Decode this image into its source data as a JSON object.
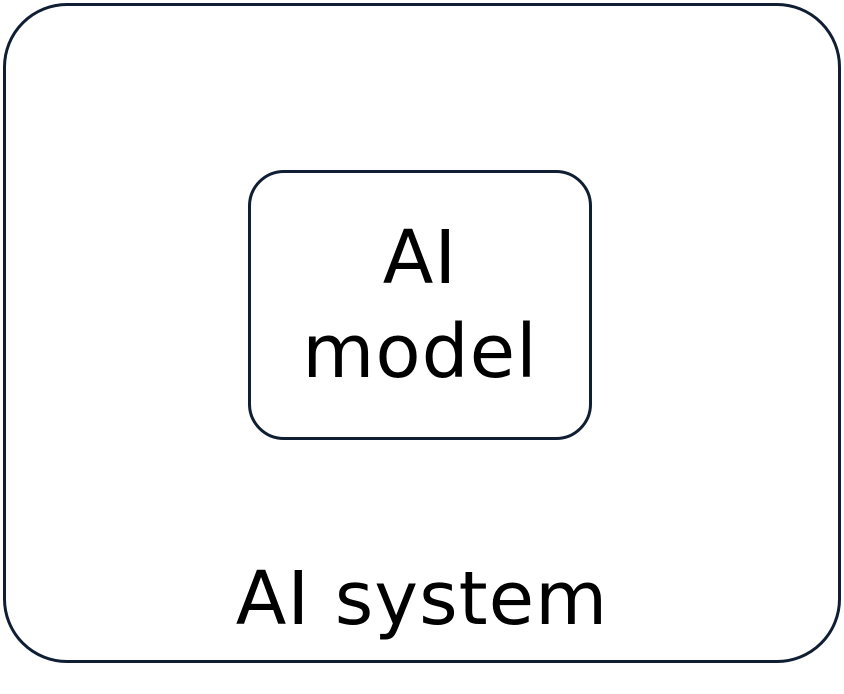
{
  "diagram": {
    "outer": {
      "label": "AI system"
    },
    "inner": {
      "line1": "AI",
      "line2": "model"
    },
    "colors": {
      "border": "#0f1e33",
      "text": "#000000",
      "background": "#ffffff"
    }
  }
}
